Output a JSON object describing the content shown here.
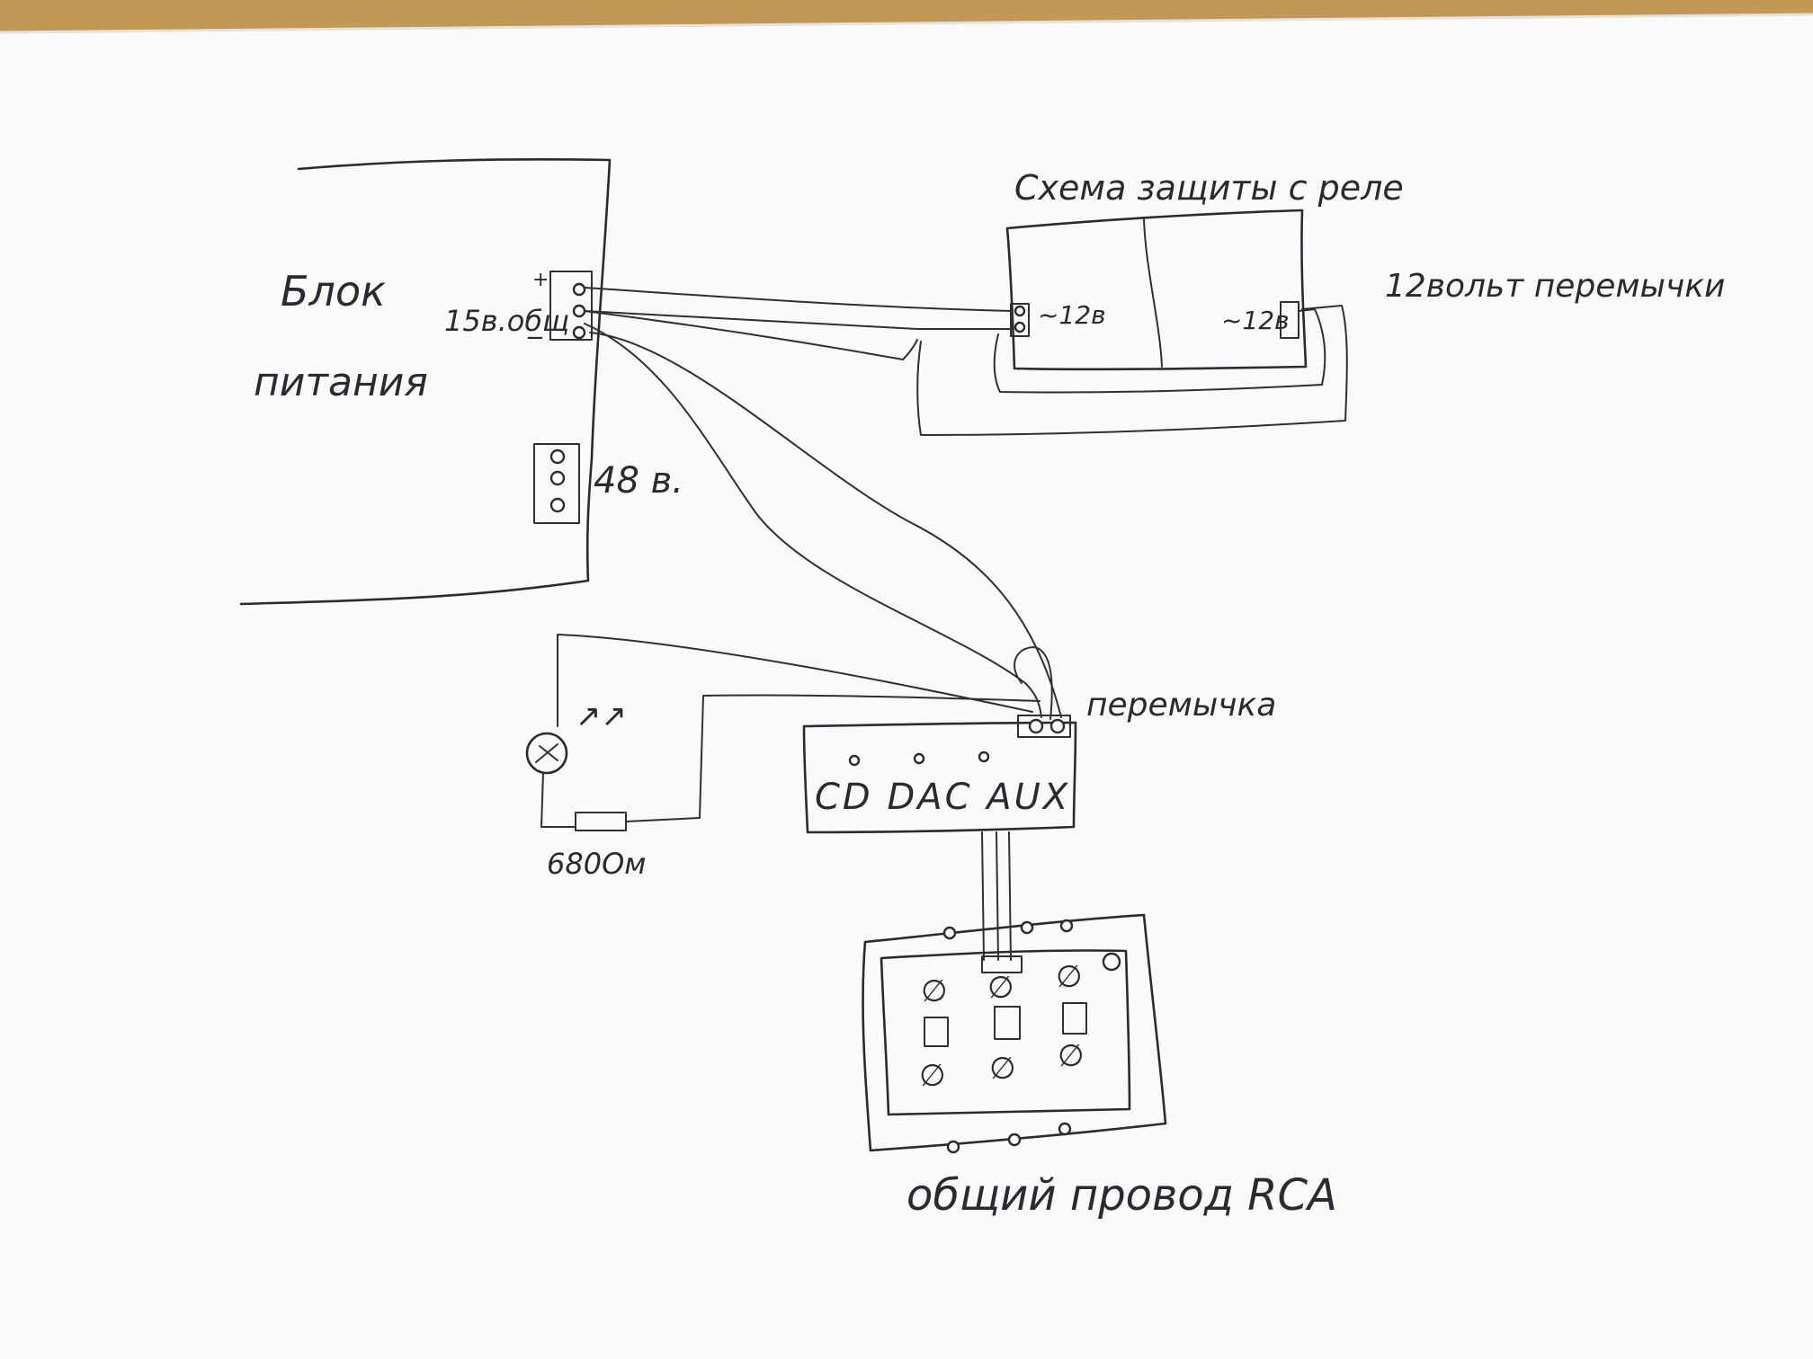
{
  "diagram": {
    "power_supply": {
      "title_line1": "Блок",
      "title_line2": "питания",
      "output_15v": "15в.общ",
      "plus": "+",
      "minus": "−",
      "output_48v": "48 в."
    },
    "protection": {
      "title": "Схема защиты с реле",
      "left_terminal": "~12в",
      "right_terminal": "~12в"
    },
    "jumper_note": "12вольт перемычки",
    "audio_board": {
      "label": "CD DAC AUX",
      "jumper": "перемычка"
    },
    "led": {
      "arrows": "↗↗",
      "resistor": "680Ом"
    },
    "rca": {
      "symbol": "∅",
      "note": "общий провод RCA"
    },
    "colors": {
      "ink": "#2b2b30",
      "paper": "#fafafa",
      "desk": "#c9a35f"
    }
  }
}
